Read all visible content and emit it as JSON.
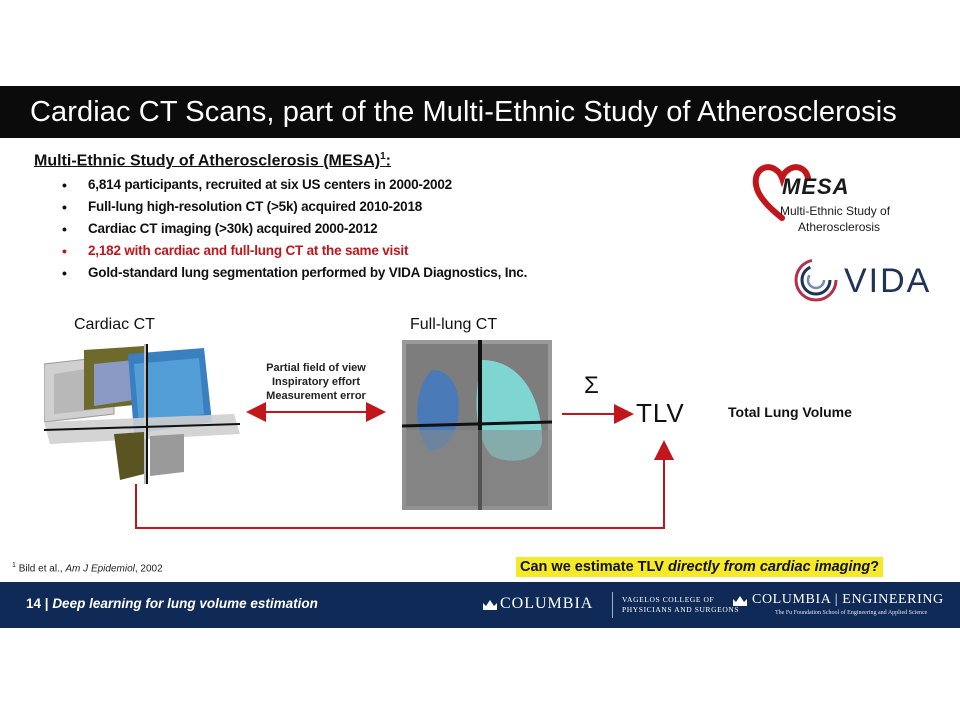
{
  "slide": {
    "title": "Cardiac CT Scans, part of the Multi-Ethnic Study of Atherosclerosis",
    "heading": "Multi-Ethnic Study of Atherosclerosis (MESA)",
    "heading_sup": "1",
    "heading_suffix": ":",
    "bullets": [
      "6,814 participants, recruited at six US centers in 2000-2002",
      "Full-lung high-resolution CT (>5k) acquired 2010-2018",
      "Cardiac CT imaging (>30k) acquired 2000-2012",
      "2,182 with cardiac and full-lung CT at the same visit",
      "Gold-standard lung segmentation performed by VIDA Diagnostics, Inc."
    ],
    "bullet_colors": [
      "#111111",
      "#111111",
      "#111111",
      "#c0161c",
      "#111111"
    ]
  },
  "logos": {
    "mesa_word": "MESA",
    "mesa_sub1": "Multi-Ethnic Study of",
    "mesa_sub2": "Atherosclerosis",
    "vida_word": "VIDA"
  },
  "diagram": {
    "cardiac_label": "Cardiac CT",
    "fulllung_label": "Full-lung CT",
    "issues": [
      "Partial field of view",
      "Inspiratory effort",
      "Measurement error"
    ],
    "sigma": "Σ",
    "tlv": "TLV",
    "tlv_full": "Total Lung Volume",
    "arrow_color": "#c0161c"
  },
  "footnote": {
    "sup": "1",
    "text": "Bild et al., ",
    "journal": "Am J Epidemiol",
    "year": ", 2002"
  },
  "question": {
    "prefix": "Can we estimate TLV ",
    "emph": "directly from cardiac imaging",
    "suffix": "?",
    "highlight": "#f5ea2a"
  },
  "footer": {
    "page": "14",
    "separator": " | ",
    "title": "Deep learning for lung volume estimation",
    "columbia": "COLUMBIA",
    "vagelos1": "VAGELOS COLLEGE OF",
    "vagelos2": "PHYSICIANS AND SURGEONS",
    "engineering": "COLUMBIA | ENGINEERING",
    "engineering_sub": "The Fu Foundation School of Engineering and Applied Science",
    "background": "#0f2a56"
  }
}
